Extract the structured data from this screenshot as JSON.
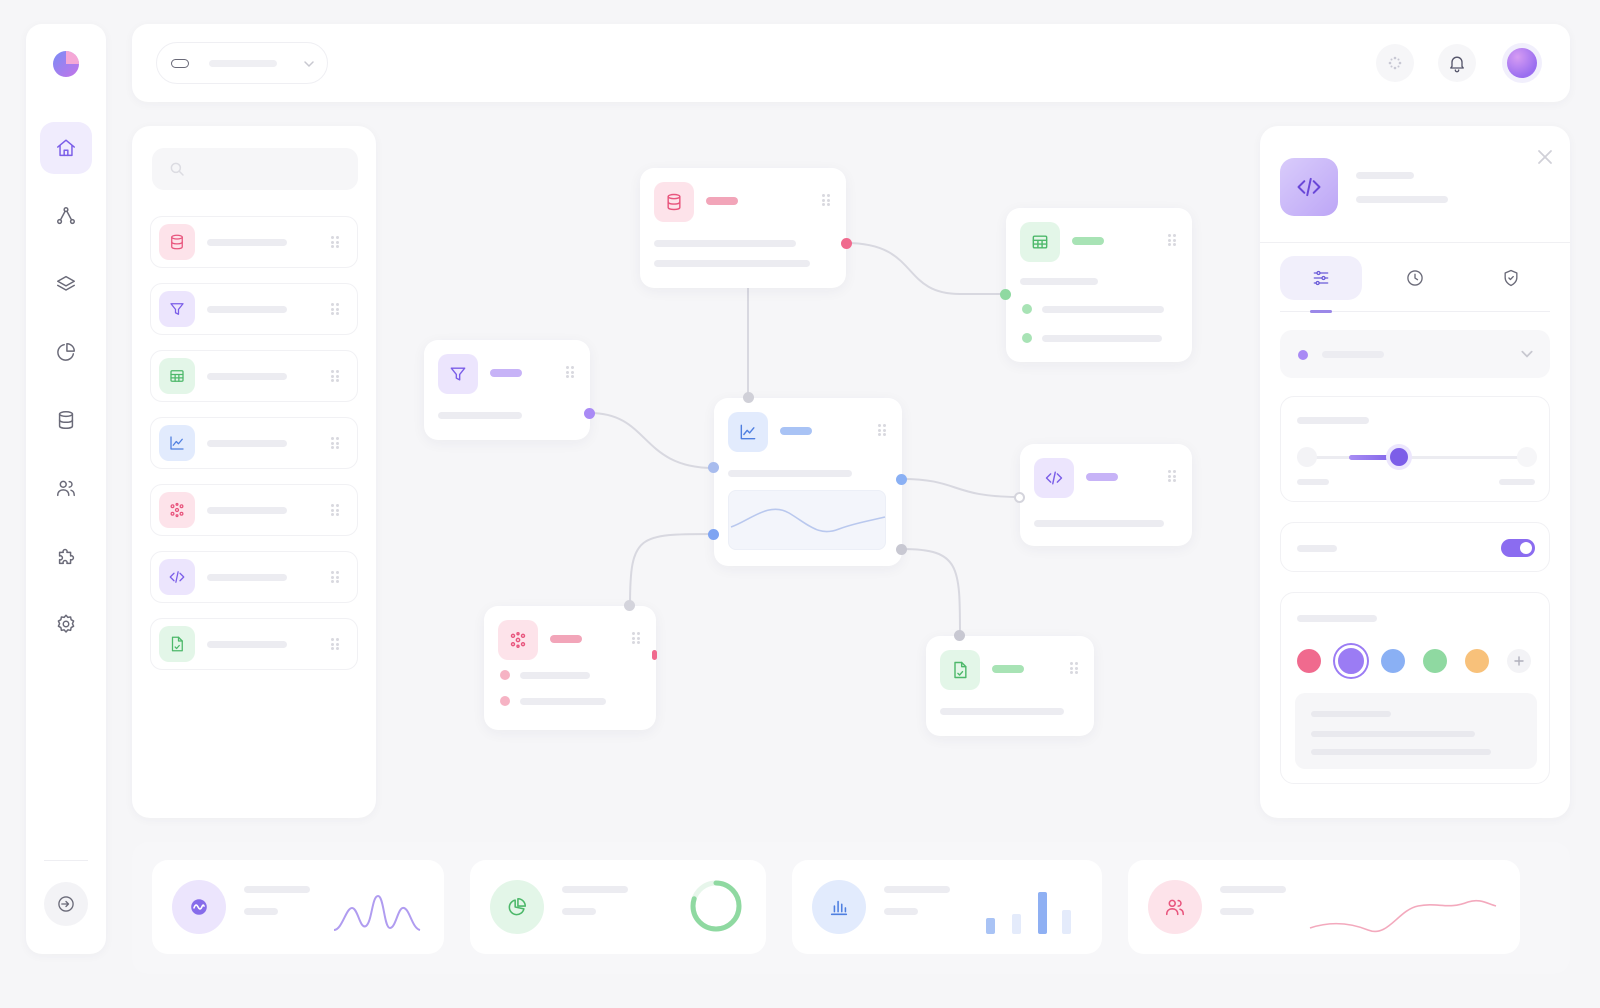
{
  "app": {
    "logo_icon": "app-logo-icon"
  },
  "colors": {
    "accent": "#8b6cf0",
    "pink": "#f06a8e",
    "purple": "#9b7cf4",
    "green": "#6dd08a",
    "blue": "#8ab0f4",
    "orange": "#f8c17a"
  },
  "sidebar": {
    "items": [
      {
        "icon": "home-icon",
        "active": true
      },
      {
        "icon": "workflow-icon",
        "active": false
      },
      {
        "icon": "layers-icon",
        "active": false
      },
      {
        "icon": "pie-chart-icon",
        "active": false
      },
      {
        "icon": "database-icon",
        "active": false
      },
      {
        "icon": "users-icon",
        "active": false
      },
      {
        "icon": "puzzle-icon",
        "active": false
      },
      {
        "icon": "settings-icon",
        "active": false
      }
    ],
    "footer_icon": "logout-icon"
  },
  "topbar": {
    "selector_icon": "pill-icon",
    "actions": [
      "sparkle-icon",
      "bell-icon",
      "avatar"
    ]
  },
  "library": {
    "search_icon": "search-icon",
    "items": [
      {
        "icon": "database-icon",
        "color": "pink"
      },
      {
        "icon": "filter-icon",
        "color": "purple"
      },
      {
        "icon": "table-icon",
        "color": "green"
      },
      {
        "icon": "line-chart-icon",
        "color": "blue"
      },
      {
        "icon": "cluster-icon",
        "color": "pink"
      },
      {
        "icon": "code-icon",
        "color": "purple"
      },
      {
        "icon": "file-icon",
        "color": "green"
      }
    ]
  },
  "canvas": {
    "nodes": [
      {
        "id": "database-node",
        "icon": "database-icon",
        "color": "pink"
      },
      {
        "id": "table-node",
        "icon": "table-icon",
        "color": "green"
      },
      {
        "id": "filter-node",
        "icon": "filter-icon",
        "color": "purple"
      },
      {
        "id": "chart-node",
        "icon": "line-chart-icon",
        "color": "blue"
      },
      {
        "id": "code-node",
        "icon": "code-icon",
        "color": "purple"
      },
      {
        "id": "cluster-node",
        "icon": "cluster-icon",
        "color": "pink"
      },
      {
        "id": "file-node",
        "icon": "file-icon",
        "color": "green"
      }
    ]
  },
  "inspector": {
    "header_icon": "code-icon",
    "tabs": [
      "sliders-icon",
      "clock-icon",
      "shield-icon"
    ],
    "active_tab": 0,
    "slider_value": 0.43,
    "toggle_on": true,
    "swatches": [
      "#f06a8e",
      "#9b7cf4",
      "#8ab0f4",
      "#8fd9a1",
      "#f8c17a"
    ],
    "selected_swatch": 1
  },
  "stats": [
    {
      "icon": "wave-icon",
      "color": "purple"
    },
    {
      "icon": "pie-chart-icon",
      "color": "green",
      "progress": 0.8
    },
    {
      "icon": "bar-chart-icon",
      "color": "blue"
    },
    {
      "icon": "users-icon",
      "color": "pink"
    }
  ]
}
